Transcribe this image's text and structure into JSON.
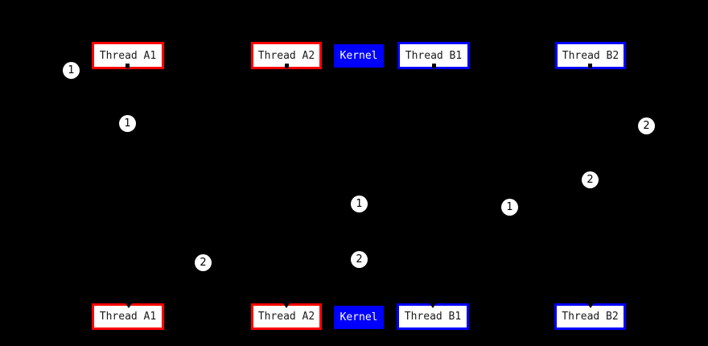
{
  "diagram": {
    "colors": {
      "background": "#000000",
      "process_a_border": "#ff0000",
      "process_b_border": "#0000ff",
      "kernel_fill": "#0000ff",
      "node_fill": "#ffffff",
      "node_text": "#1a1a1a",
      "kernel_text": "#ffffff",
      "edge_label_fill": "#ffffff",
      "edge_label_text": "#000000"
    },
    "nodes": [
      {
        "id": "thread-a1-top",
        "label": "Thread A1",
        "group": "process-a",
        "row": "top"
      },
      {
        "id": "thread-a2-top",
        "label": "Thread A2",
        "group": "process-a",
        "row": "top"
      },
      {
        "id": "kernel-top",
        "label": "Kernel",
        "group": "kernel",
        "row": "top"
      },
      {
        "id": "thread-b1-top",
        "label": "Thread B1",
        "group": "process-b",
        "row": "top"
      },
      {
        "id": "thread-b2-top",
        "label": "Thread B2",
        "group": "process-b",
        "row": "top"
      },
      {
        "id": "thread-a1-bottom",
        "label": "Thread A1",
        "group": "process-a",
        "row": "bottom"
      },
      {
        "id": "thread-a2-bottom",
        "label": "Thread A2",
        "group": "process-a",
        "row": "bottom"
      },
      {
        "id": "kernel-bottom",
        "label": "Kernel",
        "group": "kernel",
        "row": "bottom"
      },
      {
        "id": "thread-b1-bottom",
        "label": "Thread B1",
        "group": "process-b",
        "row": "bottom"
      },
      {
        "id": "thread-b2-bottom",
        "label": "Thread B2",
        "group": "process-b",
        "row": "bottom"
      }
    ],
    "edge_labels": [
      {
        "value": "1"
      },
      {
        "value": "1"
      },
      {
        "value": "2"
      },
      {
        "value": "2"
      },
      {
        "value": "1"
      },
      {
        "value": "1"
      },
      {
        "value": "2"
      },
      {
        "value": "2"
      }
    ]
  }
}
